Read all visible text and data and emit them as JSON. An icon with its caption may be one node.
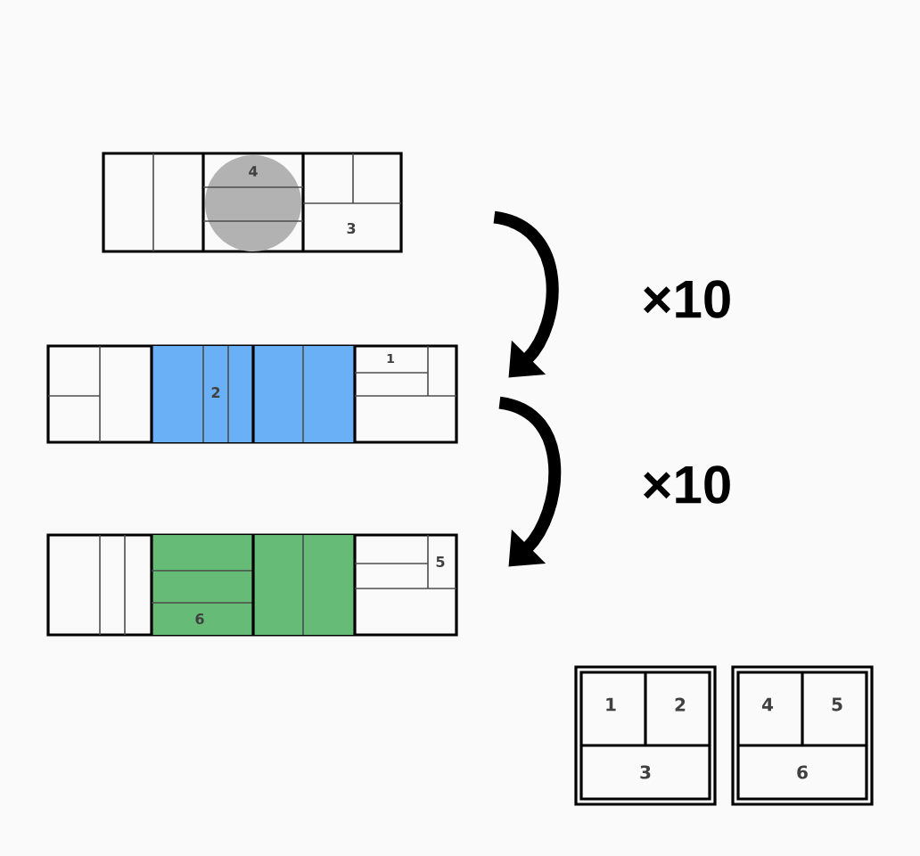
{
  "diagram": {
    "nodes": [
      {
        "text": [
          "4",
          "3"
        ]
      },
      {
        "text": [
          "1",
          "2"
        ]
      },
      {
        "text": [
          "5",
          "6"
        ]
      },
      {
        "text": [
          "1",
          "2",
          "3"
        ]
      },
      {
        "text": [
          "4",
          "5",
          "6"
        ]
      }
    ],
    "edges": [
      {
        "from": 0,
        "to": 1,
        "arrow": "to",
        "label": "×10"
      },
      {
        "from": 1,
        "to": 2,
        "arrow": "to",
        "label": "×10"
      }
    ]
  }
}
